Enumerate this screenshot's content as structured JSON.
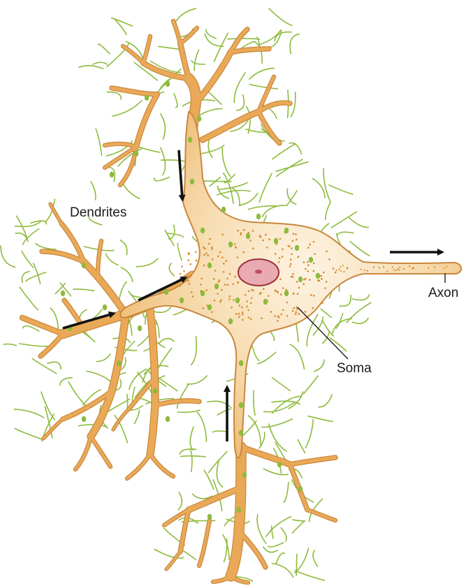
{
  "figure": {
    "labels": {
      "dendrites": "Dendrites",
      "axon": "Axon",
      "soma": "Soma"
    },
    "colors": {
      "cell_body": "#f4cf96",
      "cell_outline": "#c9873d",
      "nucleus": "#e8aab2",
      "nucleus_outline": "#9c2d3b",
      "synaptic_fibers": "#8dbb3c",
      "granules": "#d58a2a",
      "arrows": "#111111"
    },
    "icons": [
      "arrow-icon"
    ]
  }
}
